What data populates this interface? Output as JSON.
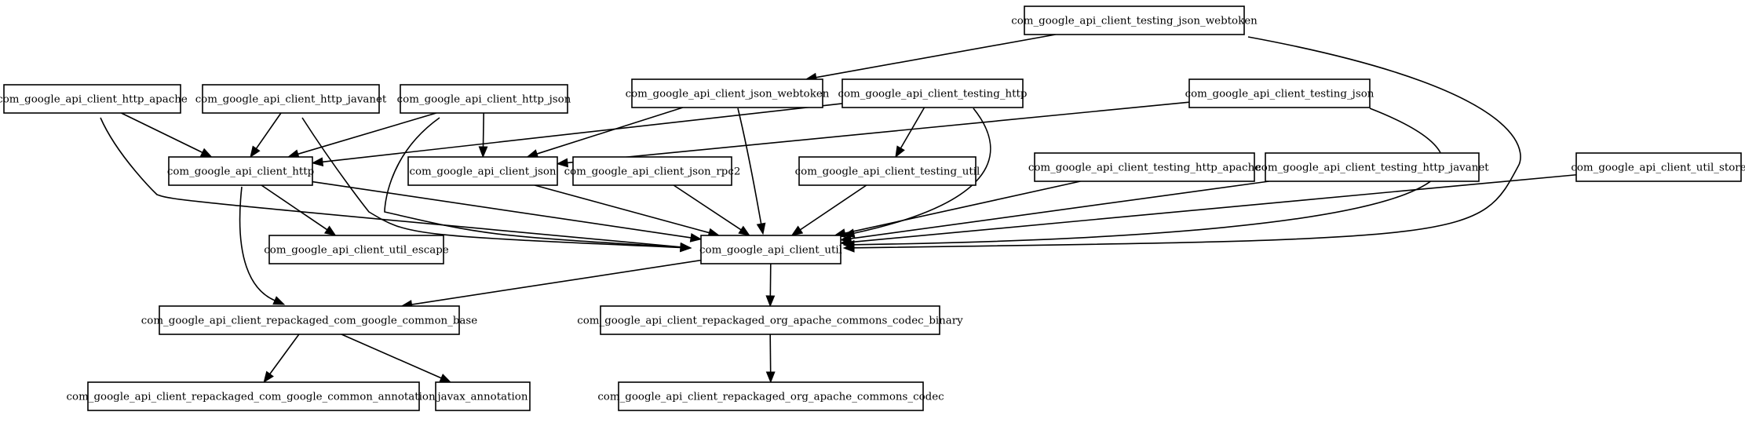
{
  "nodes": [
    {
      "id": "testing_json_webtoken",
      "label": "com_google_api_client_testing_json_webtoken"
    },
    {
      "id": "http_apache",
      "label": "com_google_api_client_http_apache"
    },
    {
      "id": "http_javanet",
      "label": "com_google_api_client_http_javanet"
    },
    {
      "id": "http_json",
      "label": "com_google_api_client_http_json"
    },
    {
      "id": "json_webtoken",
      "label": "com_google_api_client_json_webtoken"
    },
    {
      "id": "testing_http",
      "label": "com_google_api_client_testing_http"
    },
    {
      "id": "testing_json",
      "label": "com_google_api_client_testing_json"
    },
    {
      "id": "http",
      "label": "com_google_api_client_http"
    },
    {
      "id": "json",
      "label": "com_google_api_client_json"
    },
    {
      "id": "json_rpc2",
      "label": "com_google_api_client_json_rpc2"
    },
    {
      "id": "testing_util",
      "label": "com_google_api_client_testing_util"
    },
    {
      "id": "testing_http_apache",
      "label": "com_google_api_client_testing_http_apache"
    },
    {
      "id": "testing_http_javanet",
      "label": "com_google_api_client_testing_http_javanet"
    },
    {
      "id": "util_store",
      "label": "com_google_api_client_util_store"
    },
    {
      "id": "util_escape",
      "label": "com_google_api_client_util_escape"
    },
    {
      "id": "util",
      "label": "com_google_api_client_util"
    },
    {
      "id": "common_base",
      "label": "com_google_api_client_repackaged_com_google_common_base"
    },
    {
      "id": "codec_binary",
      "label": "com_google_api_client_repackaged_org_apache_commons_codec_binary"
    },
    {
      "id": "common_annotations",
      "label": "com_google_api_client_repackaged_com_google_common_annotations"
    },
    {
      "id": "javax_annotation",
      "label": "javax_annotation"
    },
    {
      "id": "commons_codec",
      "label": "com_google_api_client_repackaged_org_apache_commons_codec"
    }
  ],
  "edges": [
    {
      "from": "testing_json_webtoken",
      "to": "json_webtoken"
    },
    {
      "from": "testing_json_webtoken",
      "to": "util"
    },
    {
      "from": "http_apache",
      "to": "http"
    },
    {
      "from": "http_apache",
      "to": "util"
    },
    {
      "from": "http_javanet",
      "to": "http"
    },
    {
      "from": "http_javanet",
      "to": "util"
    },
    {
      "from": "http_json",
      "to": "http"
    },
    {
      "from": "http_json",
      "to": "json"
    },
    {
      "from": "http_json",
      "to": "util"
    },
    {
      "from": "json_webtoken",
      "to": "json"
    },
    {
      "from": "json_webtoken",
      "to": "util"
    },
    {
      "from": "testing_http",
      "to": "http"
    },
    {
      "from": "testing_http",
      "to": "testing_util"
    },
    {
      "from": "testing_http",
      "to": "util"
    },
    {
      "from": "testing_json",
      "to": "json"
    },
    {
      "from": "testing_json",
      "to": "util"
    },
    {
      "from": "http",
      "to": "util_escape"
    },
    {
      "from": "http",
      "to": "util"
    },
    {
      "from": "http",
      "to": "common_base"
    },
    {
      "from": "json",
      "to": "util"
    },
    {
      "from": "json_rpc2",
      "to": "util"
    },
    {
      "from": "testing_util",
      "to": "util"
    },
    {
      "from": "testing_http_apache",
      "to": "util"
    },
    {
      "from": "testing_http_javanet",
      "to": "util"
    },
    {
      "from": "util_store",
      "to": "util"
    },
    {
      "from": "util",
      "to": "common_base"
    },
    {
      "from": "util",
      "to": "codec_binary"
    },
    {
      "from": "common_base",
      "to": "common_annotations"
    },
    {
      "from": "common_base",
      "to": "javax_annotation"
    },
    {
      "from": "codec_binary",
      "to": "commons_codec"
    }
  ]
}
